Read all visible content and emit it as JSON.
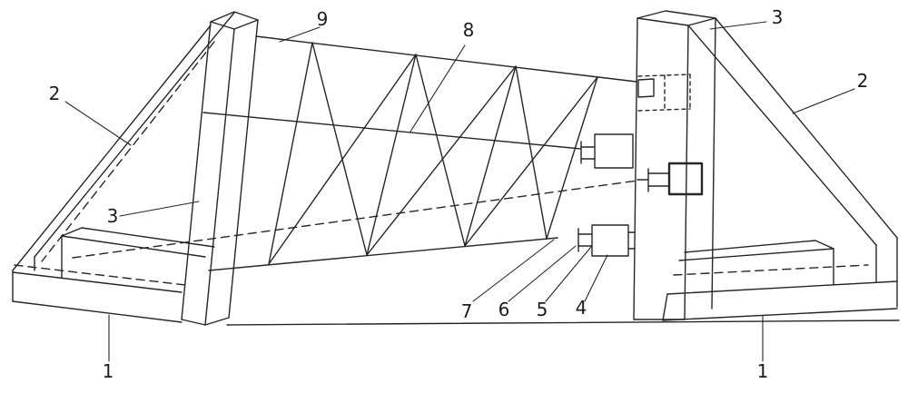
{
  "figure": {
    "background_color": "#ffffff",
    "line_color": "#262626",
    "labels": {
      "left_2": "2",
      "left_3": "3",
      "left_1": "1",
      "top_9": "9",
      "top_8": "8",
      "right_3": "3",
      "right_2": "2",
      "right_1": "1",
      "bottom_7": "7",
      "bottom_6": "6",
      "bottom_5": "5",
      "bottom_4": "4"
    }
  }
}
